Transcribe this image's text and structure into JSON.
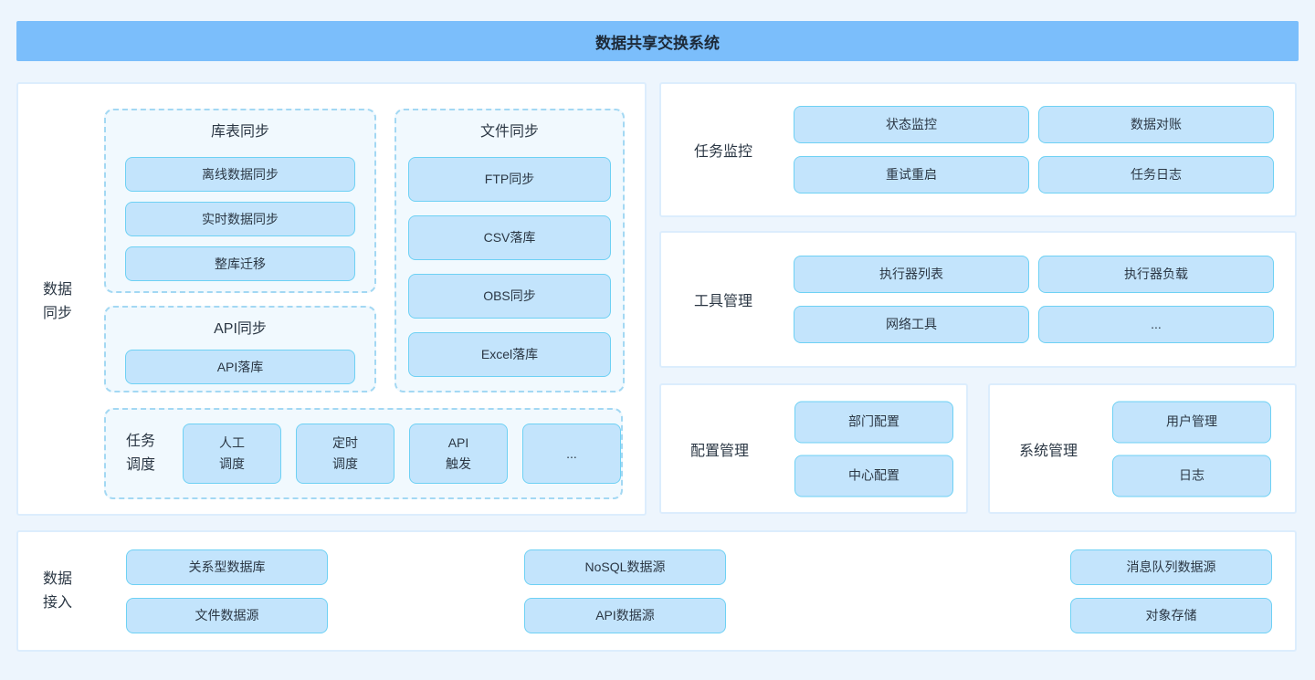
{
  "header": {
    "title": "数据共享交换系统"
  },
  "colors": {
    "page_bg": "#edf5fd",
    "header_bg": "#7bbefb",
    "title_text": "#1d2a38",
    "text": "#2b3744",
    "panel_border": "#dcedfd",
    "group_bg": "#f1f9fe",
    "group_border": "#a3d8f3",
    "box_bg": "#c3e4fc",
    "box_border": "#6ed1f4"
  },
  "data_sync": {
    "label": "数据\n同步",
    "table_sync": {
      "title": "库表同步",
      "items": [
        "离线数据同步",
        "实时数据同步",
        "整库迁移"
      ]
    },
    "file_sync": {
      "title": "文件同步",
      "items": [
        "FTP同步",
        "CSV落库",
        "OBS同步",
        "Excel落库"
      ]
    },
    "api_sync": {
      "title": "API同步",
      "items": [
        "API落库"
      ]
    },
    "task_schedule": {
      "label": "任务\n调度",
      "items": [
        "人工\n调度",
        "定时\n调度",
        "API\n触发",
        "..."
      ]
    }
  },
  "task_monitor": {
    "label": "任务监控",
    "items": [
      "状态监控",
      "数据对账",
      "重试重启",
      "任务日志"
    ]
  },
  "tool_mgmt": {
    "label": "工具管理",
    "items": [
      "执行器列表",
      "执行器负载",
      "网络工具",
      "..."
    ]
  },
  "config_mgmt": {
    "label": "配置管理",
    "items": [
      "部门配置",
      "中心配置"
    ]
  },
  "system_mgmt": {
    "label": "系统管理",
    "items": [
      "用户管理",
      "日志"
    ]
  },
  "data_access": {
    "label": "数据\n接入",
    "items": [
      "关系型数据库",
      "文件数据源",
      "NoSQL数据源",
      "API数据源",
      "消息队列数据源",
      "对象存储"
    ]
  }
}
